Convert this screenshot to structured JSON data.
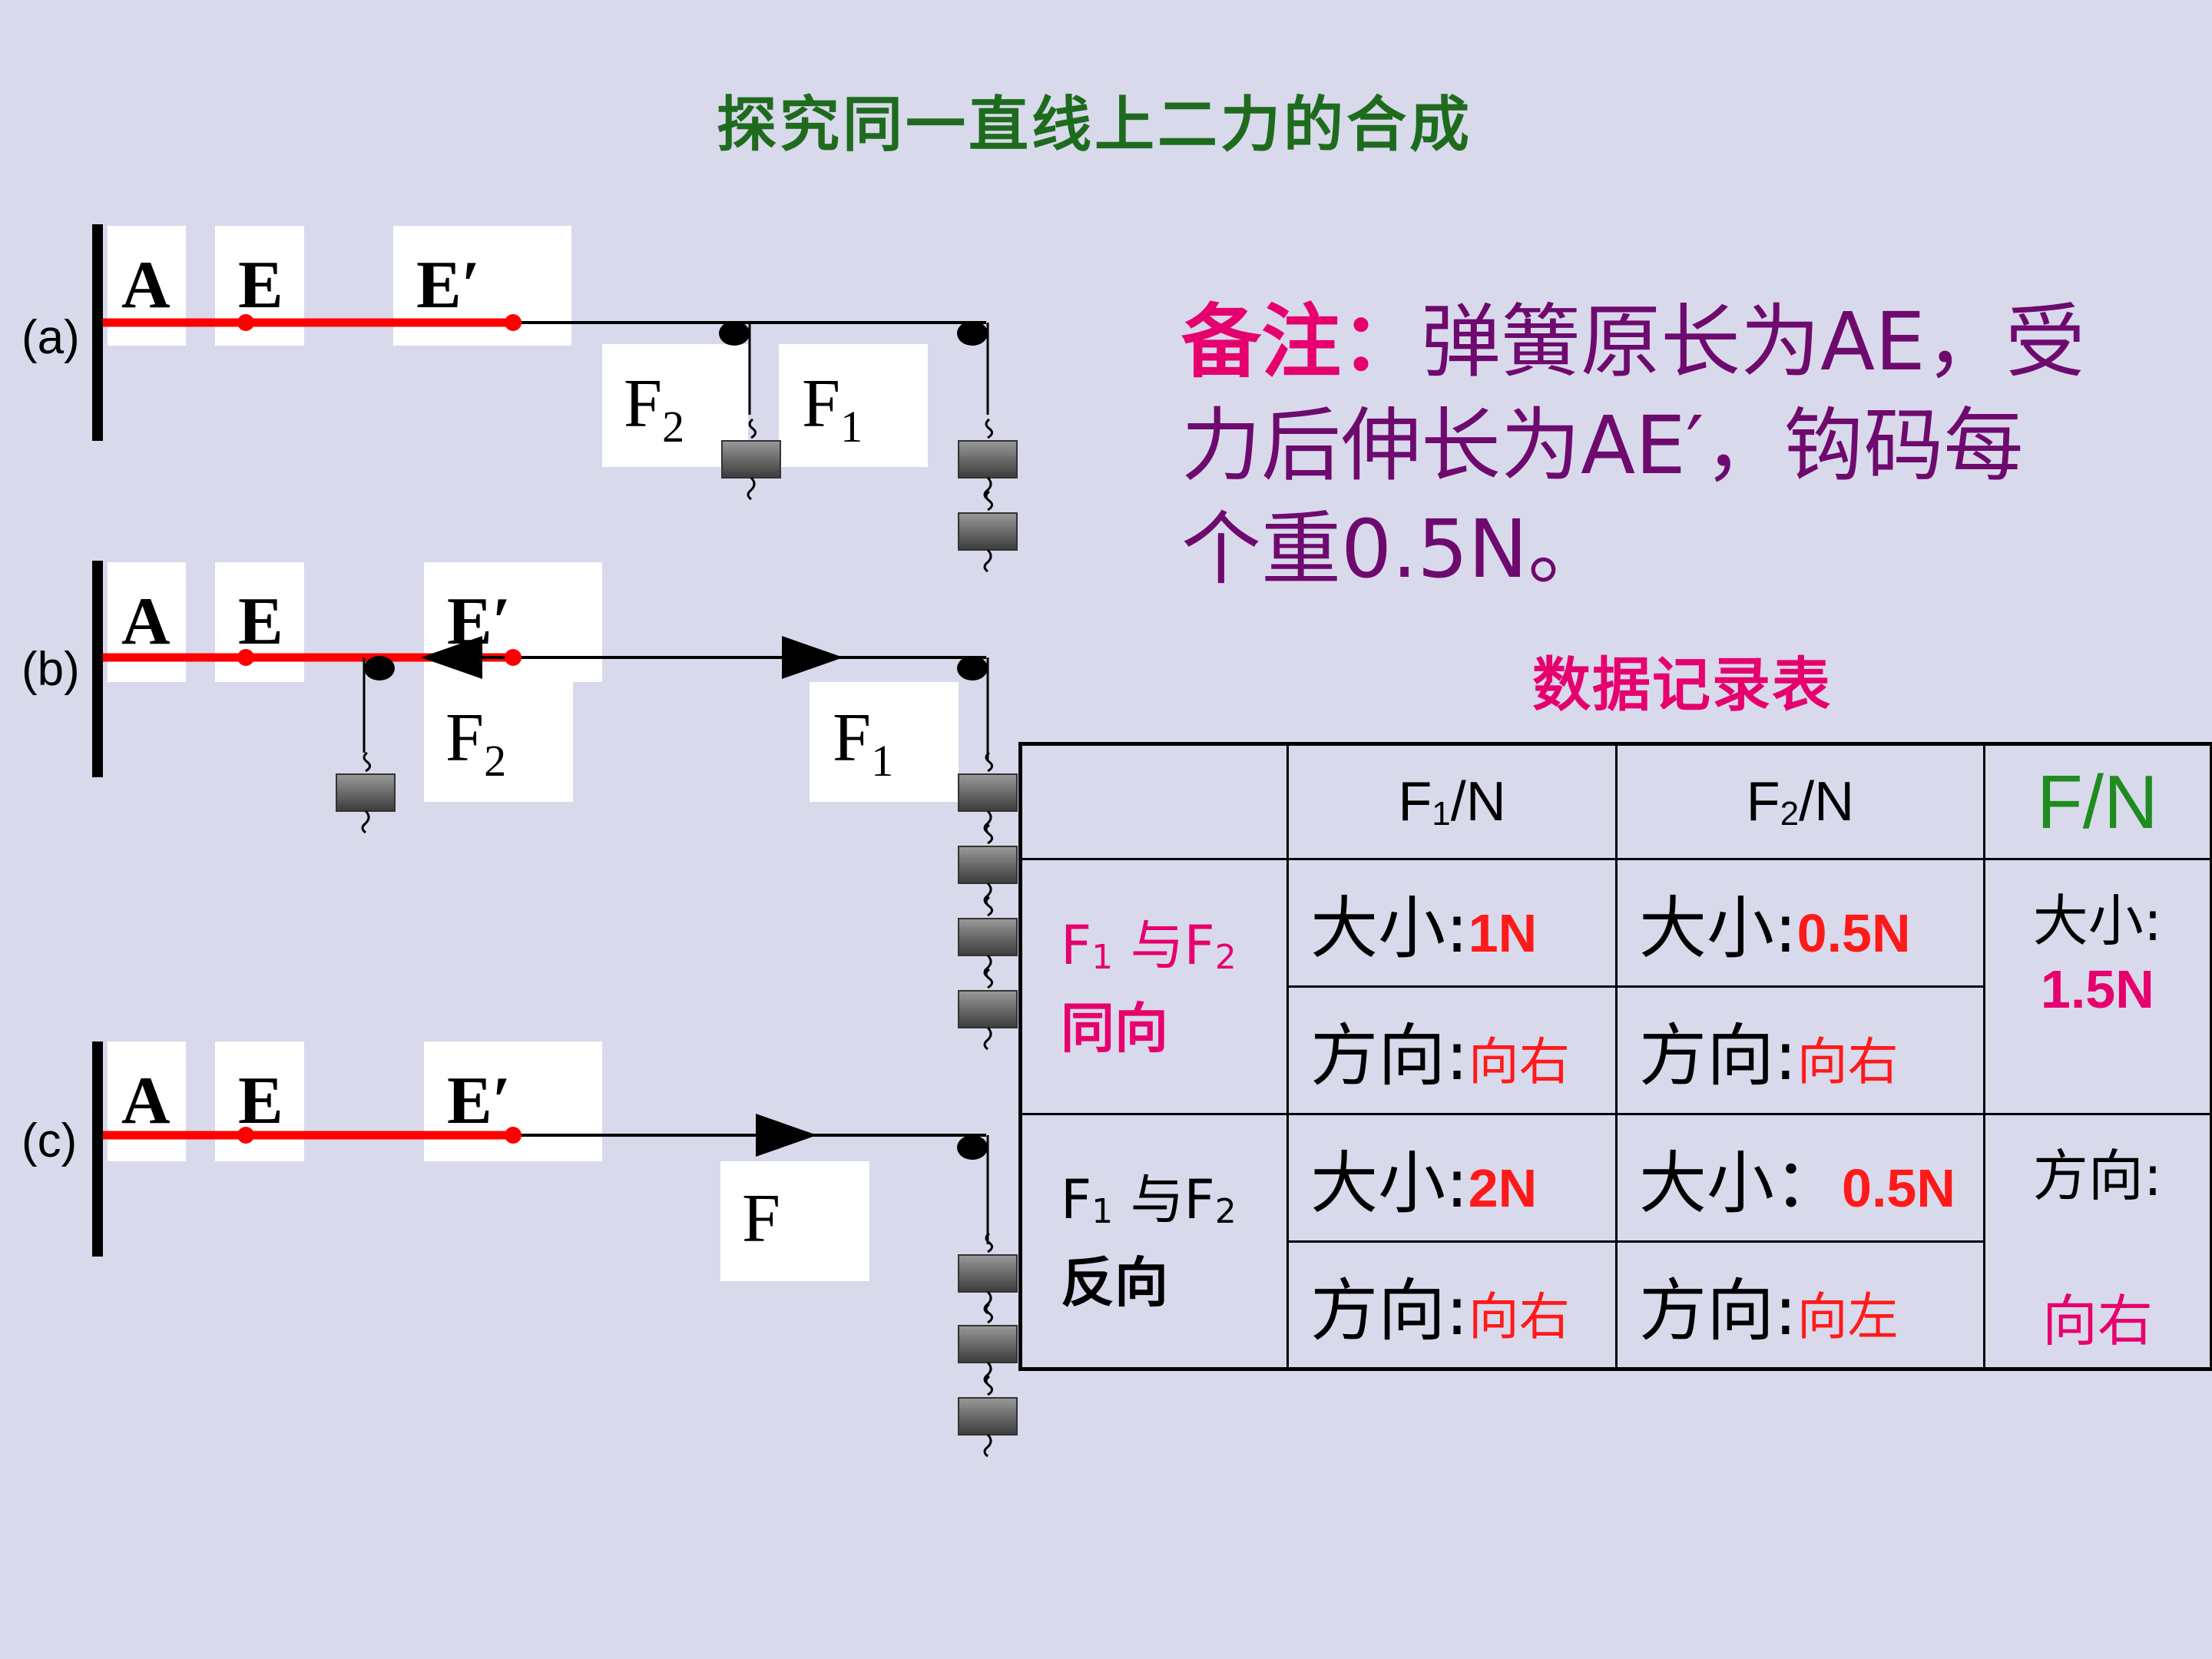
{
  "title": "探究同一直线上二力的合成",
  "figures": {
    "a": {
      "case": "(a)",
      "A": "A",
      "E": "E",
      "E_prime": "E′",
      "forces": [
        "F2",
        "F1"
      ]
    },
    "b": {
      "case": "(b)",
      "A": "A",
      "E": "E",
      "E_prime": "E′",
      "forces": [
        "F2",
        "F1"
      ]
    },
    "c": {
      "case": "(c)",
      "A": "A",
      "E": "E",
      "E_prime": "E′",
      "forces": [
        "F"
      ]
    }
  },
  "force_labels": {
    "F": "F",
    "sub1": "1",
    "sub2": "2"
  },
  "note": {
    "head": "备注：",
    "line1": "弹簧原长为AE，受",
    "line2": "力后伸长为AE′，钩码每",
    "line3": "个重0.5N。"
  },
  "table": {
    "title": "数据记录表",
    "headers": {
      "f1": {
        "base": "F",
        "sub": "1",
        "unit": "/N"
      },
      "f2": {
        "base": "F",
        "sub": "2",
        "unit": "/N"
      },
      "f": "F/N"
    },
    "same": {
      "label_a": "F",
      "label_sub1": "1",
      "label_mid": " 与F",
      "label_sub2": "2",
      "label_b": "同向",
      "size_label": "大小:",
      "dir_label": "方向:",
      "f1_size": "1N",
      "f1_dir": "向右",
      "f2_size": "0.5N",
      "f2_dir": "向右",
      "f_size_label": "大小:",
      "f_size": "1.5N"
    },
    "opposite": {
      "label_a": "F",
      "label_sub1": "1",
      "label_mid": " 与F",
      "label_sub2": "2",
      "label_b": "反向",
      "size_label": "大小:",
      "size_label2": "大小：",
      "dir_label": "方向:",
      "f1_size": "2N",
      "f1_dir": "向右",
      "f2_size": "0.5N",
      "f2_dir": "向左",
      "f_dir_label": "方向:",
      "f_dir": "向右"
    }
  },
  "colors": {
    "spring": "#ff0000",
    "green": "#1e6b1e",
    "magenta": "#e6006e",
    "purple": "#6e0a6e"
  }
}
